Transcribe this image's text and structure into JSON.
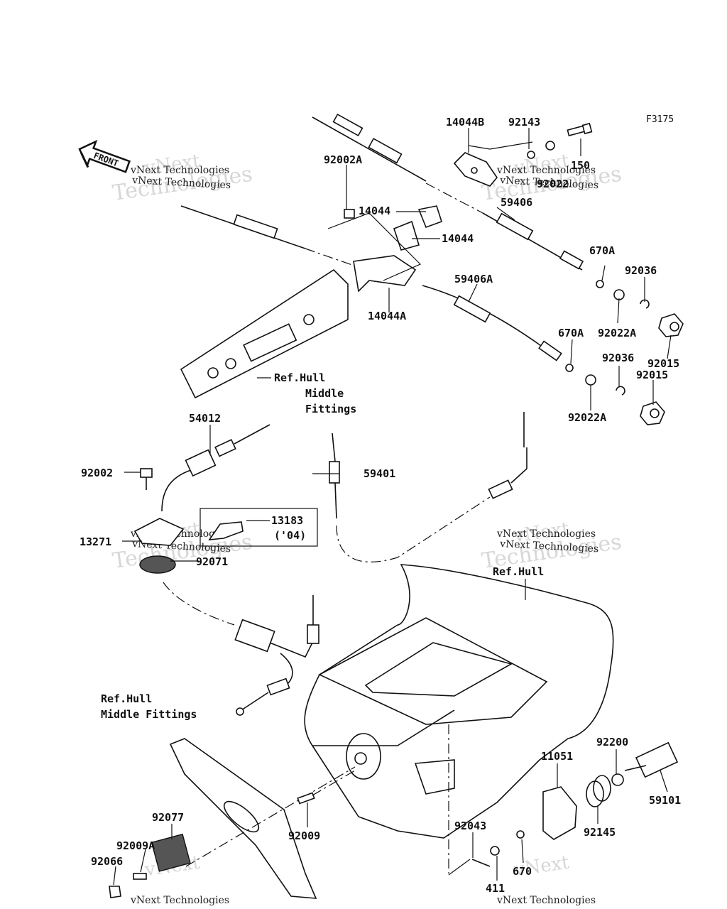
{
  "diagram_code": "F3175",
  "front_label": "FRONT",
  "watermark": {
    "line1": "vNext",
    "line2": "Technologies",
    "caption": "vNext Technologies"
  },
  "refs": {
    "hull_middle_1": "Ref.Hull",
    "hull_middle_1b": "Middle",
    "hull_middle_1c": "Fittings",
    "hull": "Ref.Hull",
    "hull_middle_2": "Ref.Hull",
    "hull_middle_2b": "Middle Fittings"
  },
  "part_labels": [
    {
      "id": "p14044B",
      "text": "14044B"
    },
    {
      "id": "p92143",
      "text": "92143"
    },
    {
      "id": "p150",
      "text": "150"
    },
    {
      "id": "p92022",
      "text": "92022"
    },
    {
      "id": "p92002A",
      "text": "92002A"
    },
    {
      "id": "p14044a",
      "text": "14044"
    },
    {
      "id": "p14044b",
      "text": "14044"
    },
    {
      "id": "p59406",
      "text": "59406"
    },
    {
      "id": "p14044A",
      "text": "14044A"
    },
    {
      "id": "p670A1",
      "text": "670A"
    },
    {
      "id": "p92036a",
      "text": "92036"
    },
    {
      "id": "p59406A",
      "text": "59406A"
    },
    {
      "id": "p92022A1",
      "text": "92022A"
    },
    {
      "id": "p92015a",
      "text": "92015"
    },
    {
      "id": "p670A2",
      "text": "670A"
    },
    {
      "id": "p92036b",
      "text": "92036"
    },
    {
      "id": "p92015b",
      "text": "92015"
    },
    {
      "id": "p92022A2",
      "text": "92022A"
    },
    {
      "id": "p54012",
      "text": "54012"
    },
    {
      "id": "p92002",
      "text": "92002"
    },
    {
      "id": "p59401",
      "text": "59401"
    },
    {
      "id": "p13183",
      "text": "13183"
    },
    {
      "id": "p04",
      "text": "('04)"
    },
    {
      "id": "p13271",
      "text": "13271"
    },
    {
      "id": "p92071",
      "text": "92071"
    },
    {
      "id": "p11051",
      "text": "11051"
    },
    {
      "id": "p92200",
      "text": "92200"
    },
    {
      "id": "p59101",
      "text": "59101"
    },
    {
      "id": "p92145",
      "text": "92145"
    },
    {
      "id": "p92077",
      "text": "92077"
    },
    {
      "id": "p92009",
      "text": "92009"
    },
    {
      "id": "p92043",
      "text": "92043"
    },
    {
      "id": "p92009A",
      "text": "92009A"
    },
    {
      "id": "p92066",
      "text": "92066"
    },
    {
      "id": "p670",
      "text": "670"
    },
    {
      "id": "p411",
      "text": "411"
    }
  ]
}
